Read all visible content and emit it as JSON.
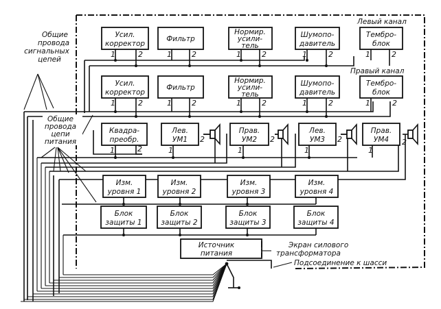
{
  "channels": {
    "left": "Левый канал",
    "right": "Правый канал"
  },
  "blocks": {
    "preamp": [
      "Усил.",
      "корректор"
    ],
    "filter": [
      "Фильтр"
    ],
    "norm_amp": [
      "Нормир.",
      "усили-",
      "тель"
    ],
    "noise_red": [
      "Шумопо-",
      "давитель"
    ],
    "tone": [
      "Тембро-",
      "блок"
    ],
    "quad": [
      "Квадра-",
      "преобр."
    ],
    "um1": [
      "Лев.",
      "УМ1"
    ],
    "um2": [
      "Прав.",
      "УМ2"
    ],
    "um3": [
      "Лев.",
      "УМ3"
    ],
    "um4": [
      "Прав.",
      "УМ4"
    ],
    "meter1": [
      "Изм.",
      "уровня 1"
    ],
    "meter2": [
      "Изм.",
      "уровня 2"
    ],
    "meter3": [
      "Изм.",
      "уровня 3"
    ],
    "meter4": [
      "Изм.",
      "уровня 4"
    ],
    "prot1": [
      "Блок",
      "защиты 1"
    ],
    "prot2": [
      "Блок",
      "защиты 2"
    ],
    "prot3": [
      "Блок",
      "защиты 3"
    ],
    "prot4": [
      "Блок",
      "защиты 4"
    ],
    "psu": [
      "Источник",
      "питания"
    ]
  },
  "pins": {
    "one": "1",
    "two": "2"
  },
  "annotations": {
    "signal_common": [
      "Общие",
      "провода",
      "сигнальных",
      "цепей"
    ],
    "power_common": [
      "Общие",
      "провода",
      "цепи",
      "питания"
    ],
    "transformer_screen": [
      "Экран силового",
      "трансформатора"
    ],
    "chassis": "Подсоединение к шасси"
  }
}
